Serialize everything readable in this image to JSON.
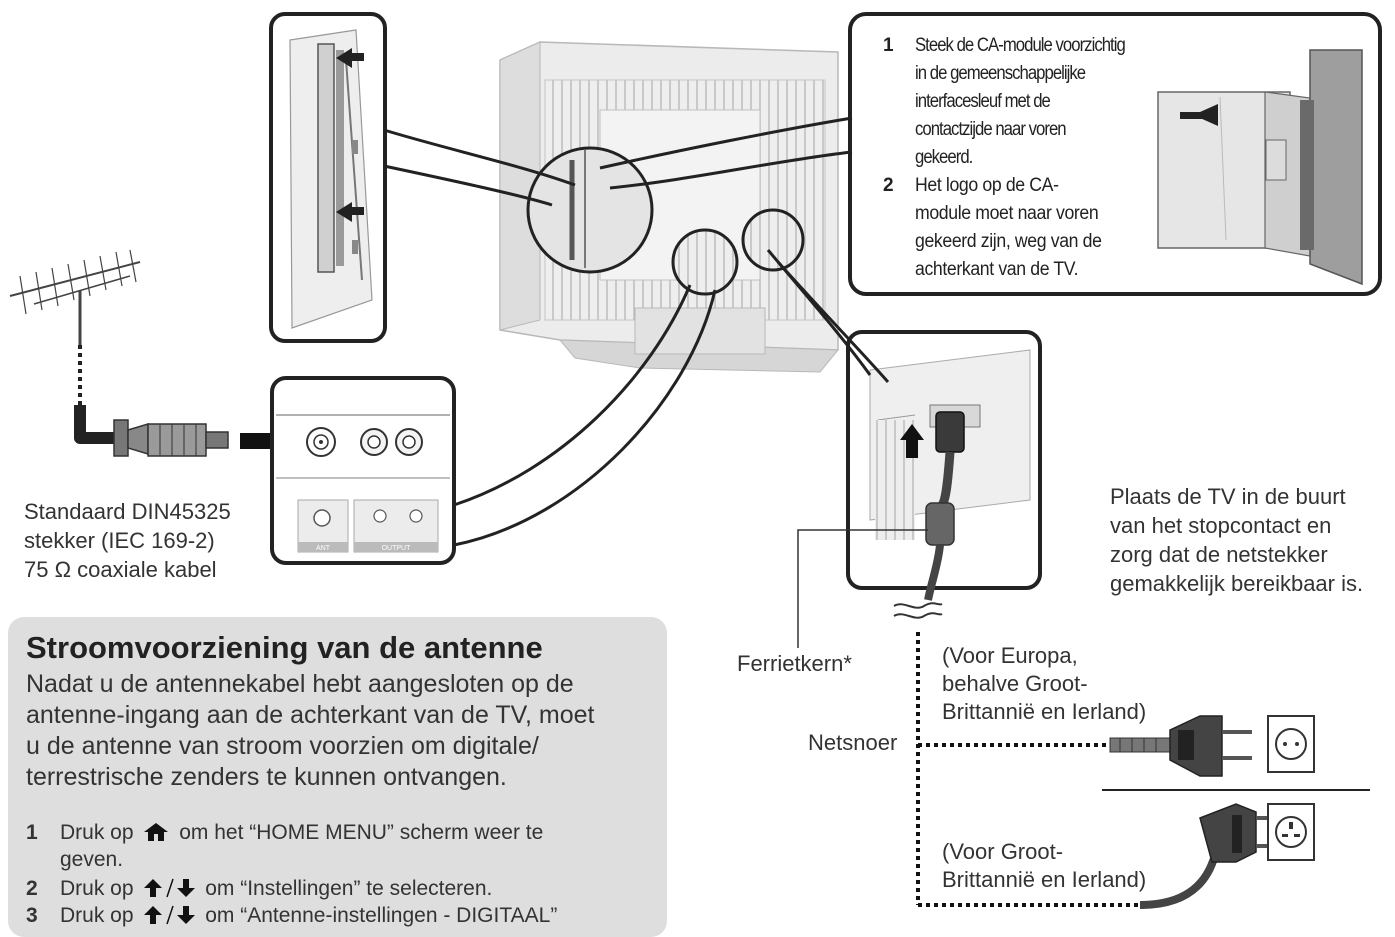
{
  "ca_module": {
    "steps": [
      {
        "num": "1",
        "lines": [
          "Steek de CA-module voorzichtig",
          "in de gemeenschappelijke",
          "interfacesleuf met de",
          "contactzijde naar voren",
          "gekeerd."
        ]
      },
      {
        "num": "2",
        "lines": [
          "Het logo op de CA-",
          "module moet naar voren",
          "gekeerd zijn, weg van de",
          "achterkant van de TV."
        ]
      }
    ]
  },
  "antenna_caption": {
    "lines": [
      "Standaard DIN45325",
      "stekker (IEC 169-2)",
      "75 Ω coaxiale kabel"
    ]
  },
  "placement_note": {
    "lines": [
      "Plaats de TV in de buurt",
      "van het stopcontact en",
      "zorg dat de netstekker",
      "gemakkelijk bereikbaar is."
    ]
  },
  "labels": {
    "ferrite": "Ferrietkern*",
    "power_cord": "Netsnoer"
  },
  "europe_note": {
    "lines": [
      "(Voor Europa,",
      "behalve Groot-",
      "Brittannië en Ierland)"
    ]
  },
  "uk_note": {
    "lines": [
      "(Voor Groot-",
      "Brittannië en Ierland)"
    ]
  },
  "terminal_labels": {
    "ant": "ANT",
    "output": "OUTPUT"
  },
  "info_panel": {
    "title": "Stroomvoorziening van de antenne",
    "body_lines": [
      "Nadat u de antennekabel hebt aangesloten op de",
      "antenne-ingang aan de achterkant van de TV, moet",
      "u de antenne van stroom voorzien om digitale/",
      "terrestrische zenders te kunnen ontvangen."
    ],
    "steps": [
      {
        "num": "1",
        "before": "Druk op",
        "icon": "home-icon",
        "after": "om het “HOME MENU” scherm weer te",
        "line2": "geven."
      },
      {
        "num": "2",
        "before": "Druk op",
        "icon": "up-down-arrow-icon",
        "after": "om “Instellingen” te selecteren.",
        "line2": ""
      },
      {
        "num": "3",
        "before": "Druk op",
        "icon": "up-down-arrow-icon",
        "after": "om “Antenne-instellingen - DIGITAAL”",
        "line2": ""
      }
    ],
    "background": "#dedede"
  }
}
